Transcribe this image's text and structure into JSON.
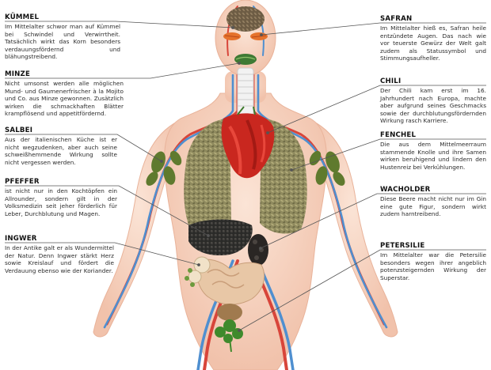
{
  "colors": {
    "skin": "#f6d2bf",
    "skin_edge": "#e7a98e",
    "artery": "#d8453a",
    "vein": "#4f8fd0",
    "leader": "#555555"
  },
  "annotations": {
    "kuemmel": {
      "title": "KÜMMEL",
      "text": "Im Mittelalter schwor man auf Kümmel bei Schwindel und Verwirrtheit. Tatsächlich wirkt das Korn besonders verdauungsfördernd und blähungstreibend."
    },
    "minze": {
      "title": "MINZE",
      "text": "Nicht umsonst werden alle möglichen Mund- und Gaumenerfrischer à la Mojito und Co. aus Minze gewonnen. Zusätzlich wirken die schmackhaften Blätter krampflösend und appetitfördernd."
    },
    "salbei": {
      "title": "SALBEI",
      "text": "Aus der italienischen Küche ist er nicht wegzudenken, aber auch seine schweißhemmende Wirkung sollte nicht vergessen werden."
    },
    "pfeffer": {
      "title": "PFEFFER",
      "text": "ist nicht nur in den Kochtöpfen ein Allrounder, sondern gilt in der Volksmedizin seit jeher förderlich für Leber, Durchblutung und Magen."
    },
    "ingwer": {
      "title": "INGWER",
      "text": "In der Antike galt er als Wundermittel der Natur. Denn Ingwer stärkt Herz sowie Kreislauf und fördert die Verdauung ebenso wie der Koriander."
    },
    "safran": {
      "title": "SAFRAN",
      "text": "Im Mittelalter hieß es, Safran heile entzündete Augen. Das nach wie vor teuerste Gewürz der Welt galt zudem als Statussymbol und Stimmungsaufheller."
    },
    "chili": {
      "title": "CHILI",
      "text": "Der Chili kam erst im 16. Jahrhundert nach Europa, machte aber aufgrund seines Geschmacks sowie der durchblutungsfördernden Wirkung rasch Karriere."
    },
    "fenchel": {
      "title": "FENCHEL",
      "text": "Die aus dem Mittelmeerraum stammende Knolle und ihre Samen wirken beruhigend und lindern den Hustenreiz bei Verkühlungen."
    },
    "wacholder": {
      "title": "WACHOLDER",
      "text": "Diese Beere macht nicht nur im Gin eine gute Figur, sondern wirkt zudem harntreibend."
    },
    "petersilie": {
      "title": "PETERSILIE",
      "text": "Im Mittelalter war die Petersilie besonders wegen ihrer angeblich potenzsteigernden Wirkung der Superstar."
    }
  }
}
